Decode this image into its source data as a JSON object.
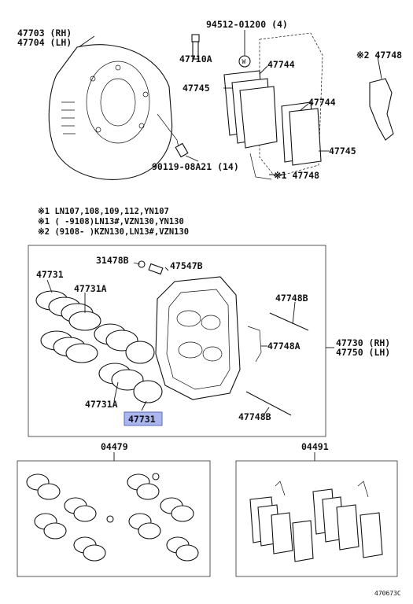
{
  "labels": {
    "dust_cover": [
      "47703 (RH)",
      "47704 (LH)"
    ],
    "bolt_94512": "94512-01200 (4)",
    "w_mark": "W",
    "p47710a": "47710A",
    "p47744_top": "47744",
    "p47745_top": "47745",
    "p47744_right": "47744",
    "p47745_right": "47745",
    "p47748_top": "※2 47748",
    "p47748_bot": "※1 47748",
    "bolt_90119": "90119-08A21 (14)",
    "p31478b": "31478B",
    "p47547b": "47547B",
    "p47731_tl": "47731",
    "p47731a_top": "47731A",
    "p47748b_top": "47748B",
    "p47748a": "47748A",
    "caliper": [
      "47730 (RH)",
      "47750 (LH)"
    ],
    "p47731a_bot": "47731A",
    "p47731_hl": "47731",
    "p47748b_bot": "47748B",
    "kit_04479": "04479",
    "kit_04491": "04491",
    "figure_code": "470673C"
  },
  "notes": [
    "※1  LN107,108,109,112,YN107",
    "※1  (     -9108)LN13#,VZN130,YN130",
    "※2  (9108-     )KZN130,LN13#,VZN130"
  ],
  "colors": {
    "highlight": "#aab6ee",
    "ink": "#111111"
  }
}
